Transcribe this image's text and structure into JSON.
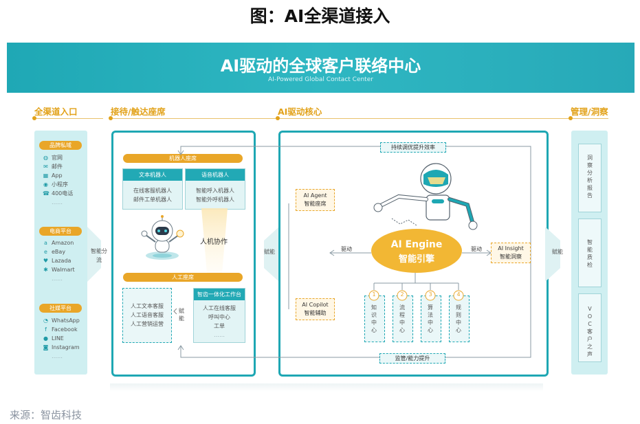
{
  "figure_title": "图：AI全渠道接入",
  "banner": {
    "title": "AI驱动的全球客户联络中心",
    "subtitle": "AI-Powered Global Contact Center"
  },
  "sections": {
    "channels": "全渠道入口",
    "seats": "接待/触达座席",
    "core": "AI驱动核心",
    "manage": "管理/洞察"
  },
  "left_column": {
    "groups": [
      {
        "label": "品牌私域",
        "items": [
          "官网",
          "邮件",
          "App",
          "小程序",
          "400电话"
        ]
      },
      {
        "label": "电商平台",
        "items": [
          "Amazon",
          "eBay",
          "Lazada",
          "Walmart"
        ]
      },
      {
        "label": "社媒平台",
        "items": [
          "WhatsApp",
          "Facebook",
          "LINE",
          "Instagram"
        ]
      }
    ],
    "more": "……",
    "connector": "智能分流"
  },
  "seats_panel": {
    "robot_header": "机器人座席",
    "text_robot": {
      "title": "文本机器人",
      "items": [
        "在线客服机器人",
        "邮件工单机器人"
      ]
    },
    "voice_robot": {
      "title": "语音机器人",
      "items": [
        "智能呼入机器人",
        "智能外呼机器人"
      ]
    },
    "collab": "人机协作",
    "human_header": "人工座席",
    "human_items": [
      "人工文本客服",
      "人工语音客服",
      "人工营销运营"
    ],
    "enable": "赋能",
    "workstation": {
      "title": "智齿一体化工作台",
      "items": [
        "人工在线客服",
        "呼叫中心",
        "工单"
      ],
      "more": "……"
    }
  },
  "connector_enable_left": "赋能",
  "core_panel": {
    "top_label": "持续调优提升效率",
    "bottom_label": "监管/能力提升",
    "agent": {
      "en": "AI Agent",
      "cn": "智能座席"
    },
    "copilot": {
      "en": "AI Copilot",
      "cn": "智能辅助"
    },
    "engine": {
      "en": "AI Engine",
      "cn": "智能引擎"
    },
    "insight": {
      "en": "AI Insight",
      "cn": "智能洞察"
    },
    "drive_left": "驱动",
    "drive_right": "驱动",
    "centers": [
      {
        "num": "1",
        "name": "知识中心"
      },
      {
        "num": "2",
        "name": "流程中心"
      },
      {
        "num": "3",
        "name": "算法中心"
      },
      {
        "num": "4",
        "name": "规则中心"
      }
    ]
  },
  "connector_enable_right": "赋能",
  "right_column": {
    "items": [
      "洞察分析报告",
      "智能质检",
      "VOC客户之声"
    ]
  },
  "source": "来源：智齿科技"
}
